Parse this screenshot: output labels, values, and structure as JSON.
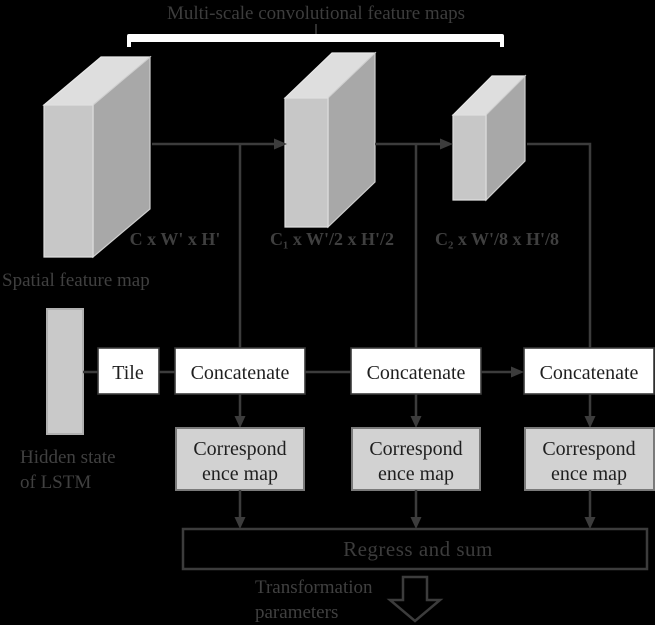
{
  "title": "Multi-scale convolutional feature maps",
  "feature_maps": {
    "caption": "Spatial feature map",
    "dims": [
      "C x W' x H'",
      "C₁ x W'/2 x H'/2",
      "C₂ x W'/8 x H'/8"
    ]
  },
  "lstm": {
    "line1": "Hidden state",
    "line2": "of LSTM"
  },
  "blocks": {
    "tile": "Tile",
    "concatenate": [
      "Concatenate",
      "Concatenate",
      "Concatenate"
    ],
    "correspondence_maps": [
      {
        "line1": "Correspond",
        "line2": "ence map"
      },
      {
        "line1": "Correspond",
        "line2": "ence map"
      },
      {
        "line1": "Correspond",
        "line2": "ence map"
      }
    ],
    "regress": "Regress and sum"
  },
  "output": {
    "line1": "Transformation",
    "line2": "parameters"
  },
  "colors": {
    "background": "#000000",
    "ink": "#3c3c3c",
    "brace_bar": "#ffffff",
    "cuboid_front": "#c7c7c7",
    "cuboid_top": "#dedede",
    "cuboid_side": "#a8a8a8",
    "process_box_fill": "#ffffff",
    "correspondence_box_fill": "#d2d2d2",
    "lstm_state_fill": "#c9c9c9"
  }
}
